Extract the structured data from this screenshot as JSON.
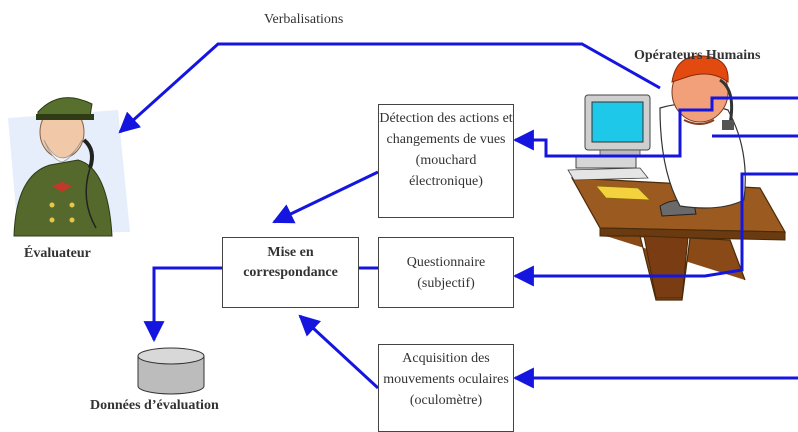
{
  "labels": {
    "verbalisations": "Verbalisations",
    "operateurs": "Opérateurs Humains",
    "evaluateur": "Évaluateur",
    "donnees": "Données d’évaluation"
  },
  "boxes": {
    "detection": "Détection des actions et changements de vues (mouchard électronique)",
    "mise": "Mise en correspondance",
    "questionnaire": "Questionnaire (subjectif)",
    "acquisition": "Acquisition des mouvements oculaires (oculomètre)"
  },
  "colors": {
    "arrow": "#1515e0",
    "box_border": "#444444"
  },
  "icons": [
    "evaluator-figure",
    "human-operator-figure",
    "database-cylinder-icon"
  ]
}
